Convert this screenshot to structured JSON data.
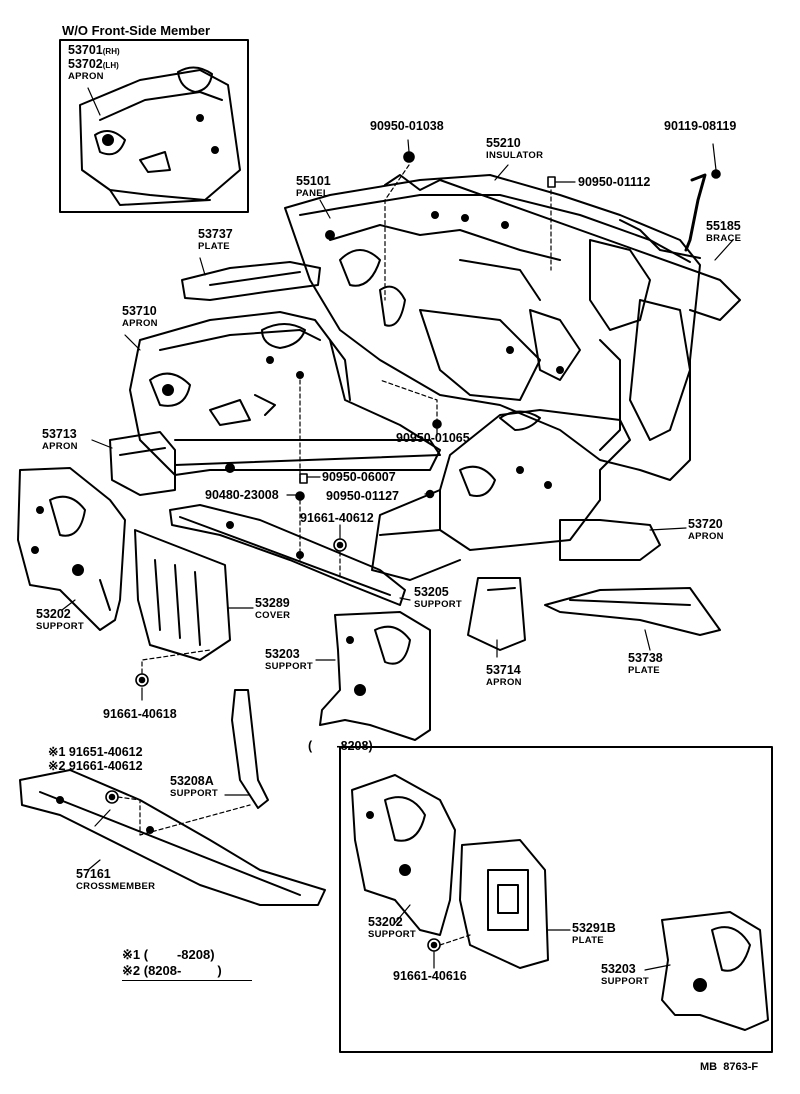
{
  "inset_title": "W/O Front-Side Member",
  "labels": {
    "p53701": "53701",
    "p53701_side": "(RH)",
    "p53702": "53702",
    "p53702_side": "(LH)",
    "p53702_name": "APRON",
    "p90950_01038": "90950-01038",
    "p55210": "55210",
    "p55210_name": "INSULATOR",
    "p90119": "90119-08119",
    "p90950_01112": "90950-01112",
    "p55101": "55101",
    "p55101_name": "PANEL",
    "p55185": "55185",
    "p55185_name": "BRACE",
    "p53737": "53737",
    "p53737_name": "PLATE",
    "p53710": "53710",
    "p53710_name": "APRON",
    "p53713": "53713",
    "p53713_name": "APRON",
    "p90950_01065": "90950-01065",
    "p90950_06007": "90950-06007",
    "p90480": "90480-23008",
    "p90950_01127": "90950-01127",
    "p91661_40612": "91661-40612",
    "p53720": "53720",
    "p53720_name": "APRON",
    "p53202": "53202",
    "p53202_name": "SUPPORT",
    "p53289": "53289",
    "p53289_name": "COVER",
    "p53205": "53205",
    "p53205_name": "SUPPORT",
    "p53203": "53203",
    "p53203_name": "SUPPORT",
    "p53714": "53714",
    "p53714_name": "APRON",
    "p53738": "53738",
    "p53738_name": "PLATE",
    "p91661_40618": "91661-40618",
    "p8208_range": "(       -8208)",
    "p_note1": "※1 91651-40612",
    "p_note2": "※2 91661-40612",
    "p53208a": "53208A",
    "p53208a_name": "SUPPORT",
    "p57161": "57161",
    "p57161_name": "CROSSMEMBER",
    "legend1": "※1 (        -8208)",
    "legend2": "※2 (8208-          )",
    "b53202": "53202",
    "b53202_name": "SUPPORT",
    "b53291b": "53291B",
    "b53291b_name": "PLATE",
    "b91661": "91661-40616",
    "b53203": "53203",
    "b53203_name": "SUPPORT",
    "ref": "MB  8763-F"
  }
}
